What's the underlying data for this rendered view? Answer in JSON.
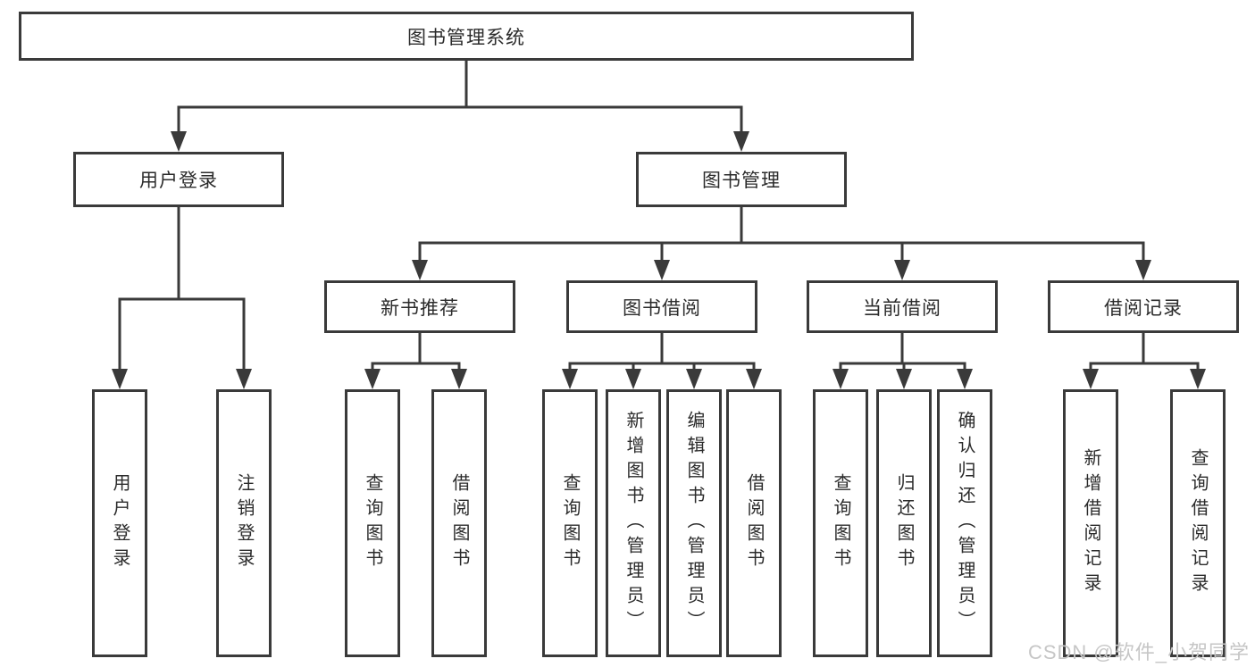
{
  "diagram": {
    "root": "图书管理系统",
    "branches": {
      "user_login": "用户登录",
      "book_mgmt": "图书管理"
    },
    "modules": {
      "new_books": "新书推荐",
      "book_borrow": "图书借阅",
      "current_borrow": "当前借阅",
      "borrow_records": "借阅记录"
    },
    "leaves": {
      "user_login_1": "用户登录",
      "user_login_2": "注销登录",
      "new_books_1": "查询图书",
      "new_books_2": "借阅图书",
      "book_borrow_1": "查询图书",
      "book_borrow_2": "新增图书（管理员）",
      "book_borrow_3": "编辑图书（管理员）",
      "book_borrow_4": "借阅图书",
      "current_borrow_1": "查询图书",
      "current_borrow_2": "归还图书",
      "current_borrow_3": "确认归还（管理员）",
      "borrow_records_1": "新增借阅记录",
      "borrow_records_2": "查询借阅记录"
    }
  },
  "watermark": "CSDN @软件_小贺同学",
  "colors": {
    "line": "#3a3a3a",
    "text": "#2b2b2b",
    "watermark": "#c6c6c6",
    "background": "#ffffff"
  }
}
